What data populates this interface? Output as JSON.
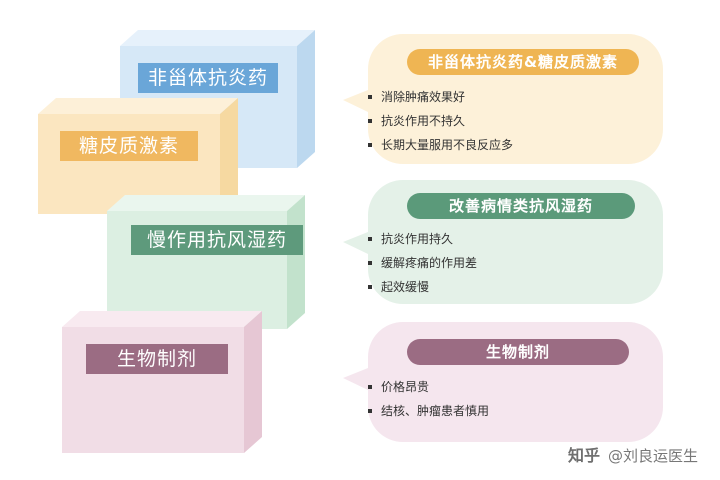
{
  "boxes": [
    {
      "label": "非甾体抗炎药",
      "face": "#d6e8f7",
      "top": "#e6f1fb",
      "side": "#bcd8ef",
      "label_bg": "#6aa6d8"
    },
    {
      "label": "糖皮质激素",
      "face": "#fbe6c0",
      "top": "#fdf0d8",
      "side": "#f6d9a1",
      "label_bg": "#f0b860"
    },
    {
      "label": "慢作用抗风湿药",
      "face": "#dcefe2",
      "top": "#eaf6ee",
      "side": "#c2e2cc",
      "label_bg": "#5e9a7c"
    },
    {
      "label": "生物制剂",
      "face": "#f1dde6",
      "top": "#f8eaf0",
      "side": "#e6c7d4",
      "label_bg": "#9b6c83"
    }
  ],
  "bubbles": [
    {
      "title": "非甾体抗炎药&糖皮质激素",
      "bg": "#fdf1d9",
      "pill": "#efb553",
      "items": [
        "消除肿痛效果好",
        "抗炎作用不持久",
        "长期大量服用不良反应多"
      ]
    },
    {
      "title": "改善病情类抗风湿药",
      "bg": "#e4f1e8",
      "pill": "#5b9a7a",
      "items": [
        "抗炎作用持久",
        "缓解疼痛的作用差",
        "起效缓慢"
      ]
    },
    {
      "title": "生物制剂",
      "bg": "#f5e6ee",
      "pill": "#9b6c83",
      "items": [
        "价格昂贵",
        "结核、肿瘤患者慎用"
      ]
    }
  ],
  "watermark": {
    "logo": "知乎",
    "text": "@刘良运医生"
  }
}
